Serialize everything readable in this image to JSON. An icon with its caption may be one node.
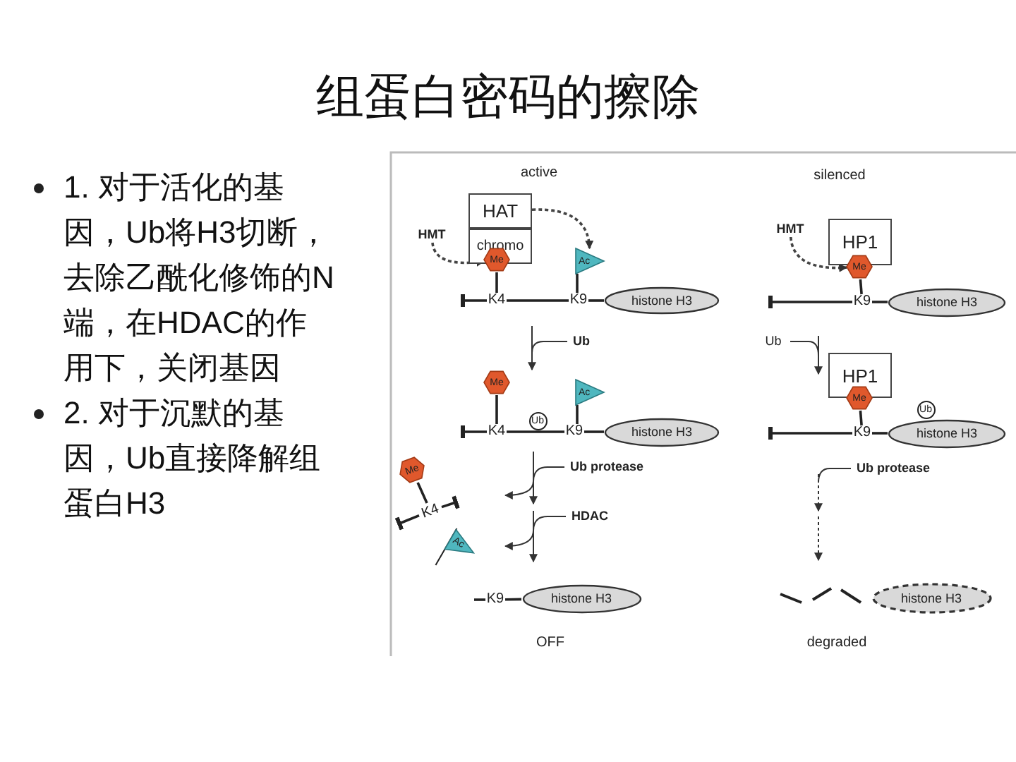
{
  "diagram": {
    "title": "组蛋白密码的擦除",
    "nodes": [
      {
        "text": [
          "HMT"
        ]
      },
      {
        "text": [
          "HAT"
        ]
      },
      {
        "text": [
          "chromo"
        ]
      },
      {
        "text": [
          "Me"
        ]
      },
      {
        "text": [
          "Ac"
        ]
      },
      {
        "text": [
          "K4"
        ]
      },
      {
        "text": [
          "K9"
        ]
      },
      {
        "text": [
          "histone H3"
        ]
      },
      {
        "text": [
          "HMT"
        ]
      },
      {
        "text": [
          "HP1"
        ]
      },
      {
        "text": [
          "Me"
        ]
      },
      {
        "text": [
          "K9"
        ]
      },
      {
        "text": [
          "histone H3"
        ]
      },
      {
        "text": [
          "Me"
        ]
      },
      {
        "text": [
          "Ac"
        ]
      },
      {
        "text": [
          "Ub"
        ]
      },
      {
        "text": [
          "K4"
        ]
      },
      {
        "text": [
          "K9"
        ]
      },
      {
        "text": [
          "histone H3"
        ]
      },
      {
        "text": [
          "HP1"
        ]
      },
      {
        "text": [
          "Me"
        ]
      },
      {
        "text": [
          "Ub"
        ]
      },
      {
        "text": [
          "K9"
        ]
      },
      {
        "text": [
          "histone H3"
        ]
      },
      {
        "text": [
          "Me"
        ]
      },
      {
        "text": [
          "K4"
        ]
      },
      {
        "text": [
          "Ac"
        ]
      },
      {
        "text": [
          "K9"
        ]
      },
      {
        "text": [
          "histone H3"
        ]
      },
      {
        "text": [
          "histone H3"
        ]
      }
    ],
    "edges": [
      {
        "from": 0,
        "to": 3,
        "arrow": "to",
        "style": "dashed"
      },
      {
        "from": 1,
        "to": 4,
        "arrow": "to",
        "style": "dashed"
      },
      {
        "from": 8,
        "to": 10,
        "arrow": "to",
        "style": "dashed"
      },
      {
        "from": 3,
        "to": 5,
        "arrow": "none"
      },
      {
        "from": 5,
        "to": null,
        "arrow": "other"
      },
      {
        "from": 5,
        "to": 6,
        "arrow": "none"
      },
      {
        "from": 6,
        "to": 7,
        "arrow": "none"
      },
      {
        "from": 10,
        "to": 11,
        "arrow": "none"
      },
      {
        "from": 11,
        "to": null,
        "arrow": "other"
      },
      {
        "from": 11,
        "to": 12,
        "arrow": "none"
      },
      {
        "from": 13,
        "to": 16,
        "arrow": "none"
      },
      {
        "from": 16,
        "to": null,
        "arrow": "other"
      },
      {
        "from": 16,
        "to": 17,
        "arrow": "none"
      },
      {
        "from": 17,
        "to": 18,
        "arrow": "none"
      },
      {
        "from": 20,
        "to": 22,
        "arrow": "none"
      },
      {
        "from": 22,
        "to": null,
        "arrow": "other"
      },
      {
        "from": 22,
        "to": 23,
        "arrow": "none"
      },
      {
        "from": 24,
        "to": 25,
        "arrow": "none"
      },
      {
        "from": 25,
        "to": null,
        "arrow": "other"
      },
      {
        "from": 25,
        "to": null,
        "arrow": "other"
      },
      {
        "from": 27,
        "to": null,
        "arrow": "none"
      },
      {
        "from": 27,
        "to": 28,
        "arrow": "none"
      },
      {
        "from": 4,
        "to": 6,
        "arrow": "none"
      },
      {
        "from": 14,
        "to": 17,
        "arrow": "none"
      }
    ],
    "labels": [
      "1. 对于活化的基因，Ub将H3切断，去除乙酰化修饰的N端，在HDAC的作用下，关闭基因",
      "2. 对于沉默的基因，Ub直接降解组蛋白H3",
      "active",
      "silenced",
      "Ub",
      "Ub",
      "Ub protease",
      "Ub protease",
      "HDAC",
      "OFF",
      "degraded"
    ]
  }
}
